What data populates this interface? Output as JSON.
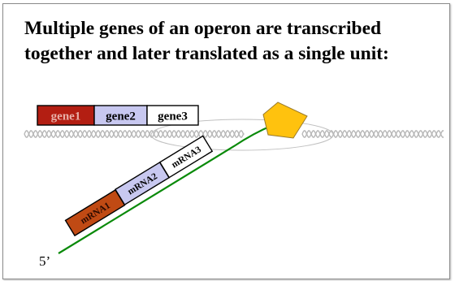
{
  "slide": {
    "title_line1": "Multiple genes of an operon are transcribed",
    "title_line2": "together and later translated as a single unit:"
  },
  "genes": [
    {
      "label": "gene1",
      "fill": "#b31e12",
      "text_color": "#e8b0a8"
    },
    {
      "label": "gene2",
      "fill": "#c8c8f0",
      "text_color": "#000000"
    },
    {
      "label": "gene3",
      "fill": "#ffffff",
      "text_color": "#000000"
    }
  ],
  "mrnas": [
    {
      "label": "mRNA1",
      "fill": "#c04a14",
      "text_color": "#2a0a00"
    },
    {
      "label": "mRNA2",
      "fill": "#c8c8f0",
      "text_color": "#000000"
    },
    {
      "label": "mRNA3",
      "fill": "#ffffff",
      "text_color": "#000000"
    }
  ],
  "five_prime_label": "5’",
  "colors": {
    "dna_helix": "#b8b8b8",
    "mrna_strand": "#0a8a0a",
    "polymerase": "#ffc20e",
    "polymerase_outline": "#9a7a2a"
  }
}
